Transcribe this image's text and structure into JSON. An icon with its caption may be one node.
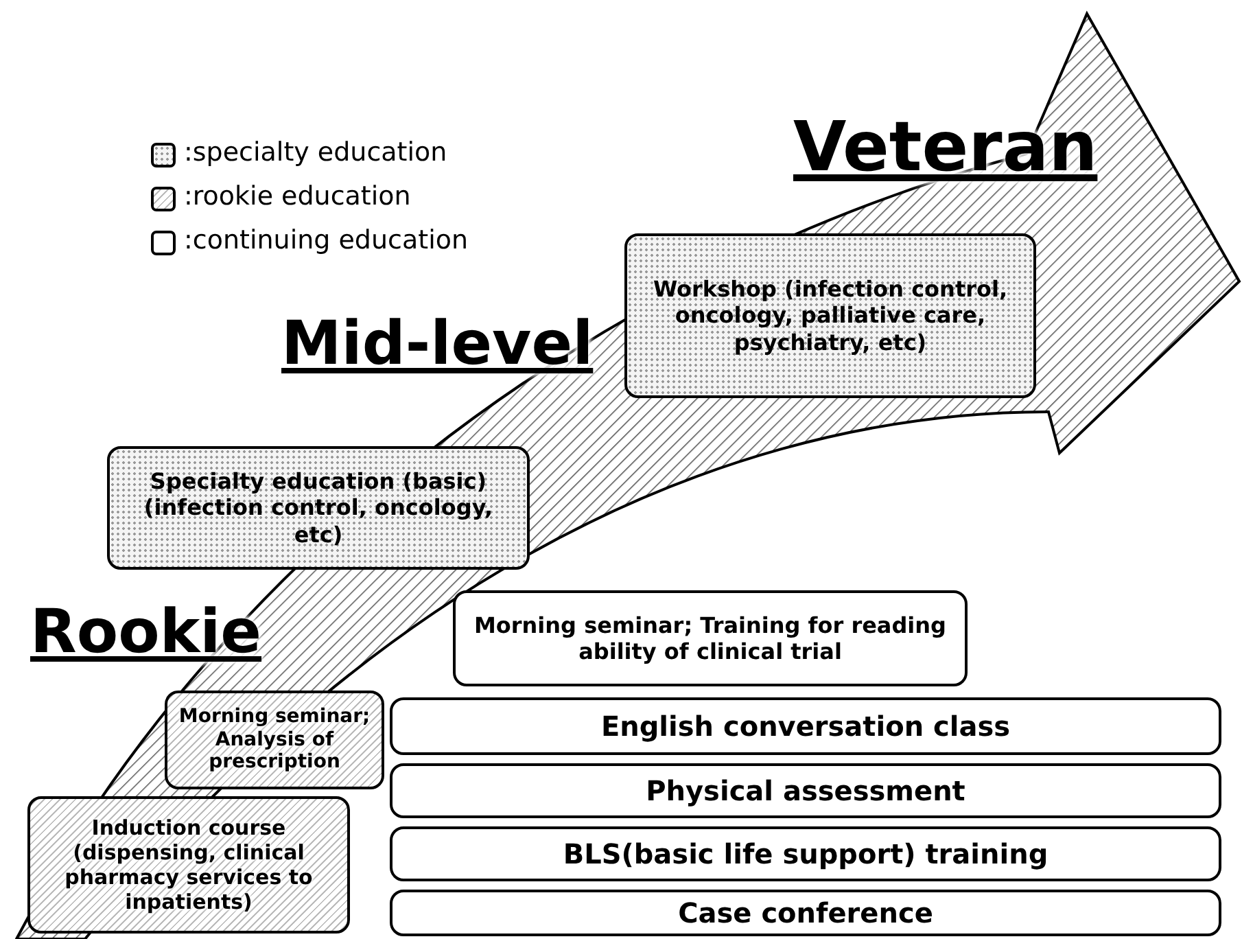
{
  "diagram": {
    "nodes": [
      {
        "text": [
          "Workshop (infection control, oncology, palliative care, psychiatry, etc)"
        ]
      },
      {
        "text": [
          "Specialty education (basic) (infection control, oncology, etc)"
        ]
      },
      {
        "text": [
          "Morning seminar; Training for reading ability of clinical trial"
        ]
      },
      {
        "text": [
          "Morning seminar; Analysis of prescription"
        ]
      },
      {
        "text": [
          "English conversation class"
        ]
      },
      {
        "text": [
          "Physical assessment"
        ]
      },
      {
        "text": [
          "Induction course (dispensing, clinical pharmacy services to inpatients)"
        ]
      },
      {
        "text": [
          "BLS(basic life support) training"
        ]
      },
      {
        "text": [
          "Case conference"
        ]
      }
    ],
    "edges": [],
    "labels": [
      "Veteran",
      "Mid-level",
      "Rookie"
    ],
    "legend": [
      {
        "text": ":specialty education"
      },
      {
        "text": ":rookie education"
      },
      {
        "text": ":continuing education"
      }
    ]
  }
}
